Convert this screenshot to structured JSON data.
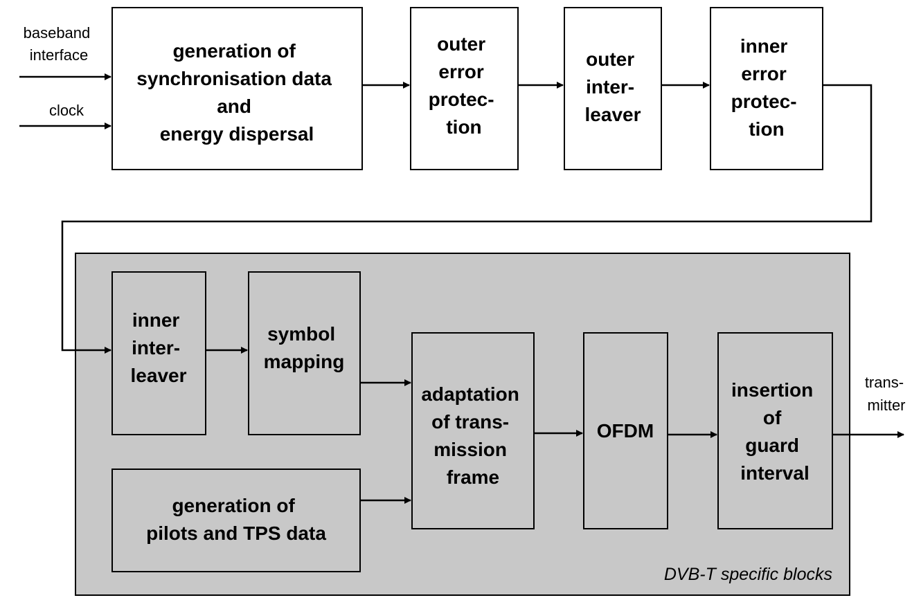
{
  "inputs": {
    "baseband": [
      "baseband",
      "interface"
    ],
    "clock": [
      "clock"
    ]
  },
  "output": [
    "trans-",
    "mitter"
  ],
  "region_label": "DVB-T specific blocks",
  "colors": {
    "region_fill": "#c8c8c8",
    "box_stroke": "#000000",
    "box_fill_top": "#ffffff"
  },
  "blocks": {
    "sync": [
      "generation of",
      "synchronisation data",
      "and",
      "energy dispersal"
    ],
    "outer_protect": [
      "outer",
      "error",
      "protec-",
      "tion"
    ],
    "outer_interleaver": [
      "outer",
      "inter-",
      "leaver"
    ],
    "inner_protect": [
      "inner",
      "error",
      "protec-",
      "tion"
    ],
    "inner_interleaver": [
      "inner",
      "inter-",
      "leaver"
    ],
    "symbol_mapping": [
      "symbol",
      "mapping"
    ],
    "pilots": [
      "generation of",
      "pilots and TPS data"
    ],
    "adaptation": [
      "adaptation",
      "of trans-",
      "mission",
      "frame"
    ],
    "ofdm": [
      "OFDM"
    ],
    "guard": [
      "insertion",
      "of",
      "guard",
      "interval"
    ]
  }
}
